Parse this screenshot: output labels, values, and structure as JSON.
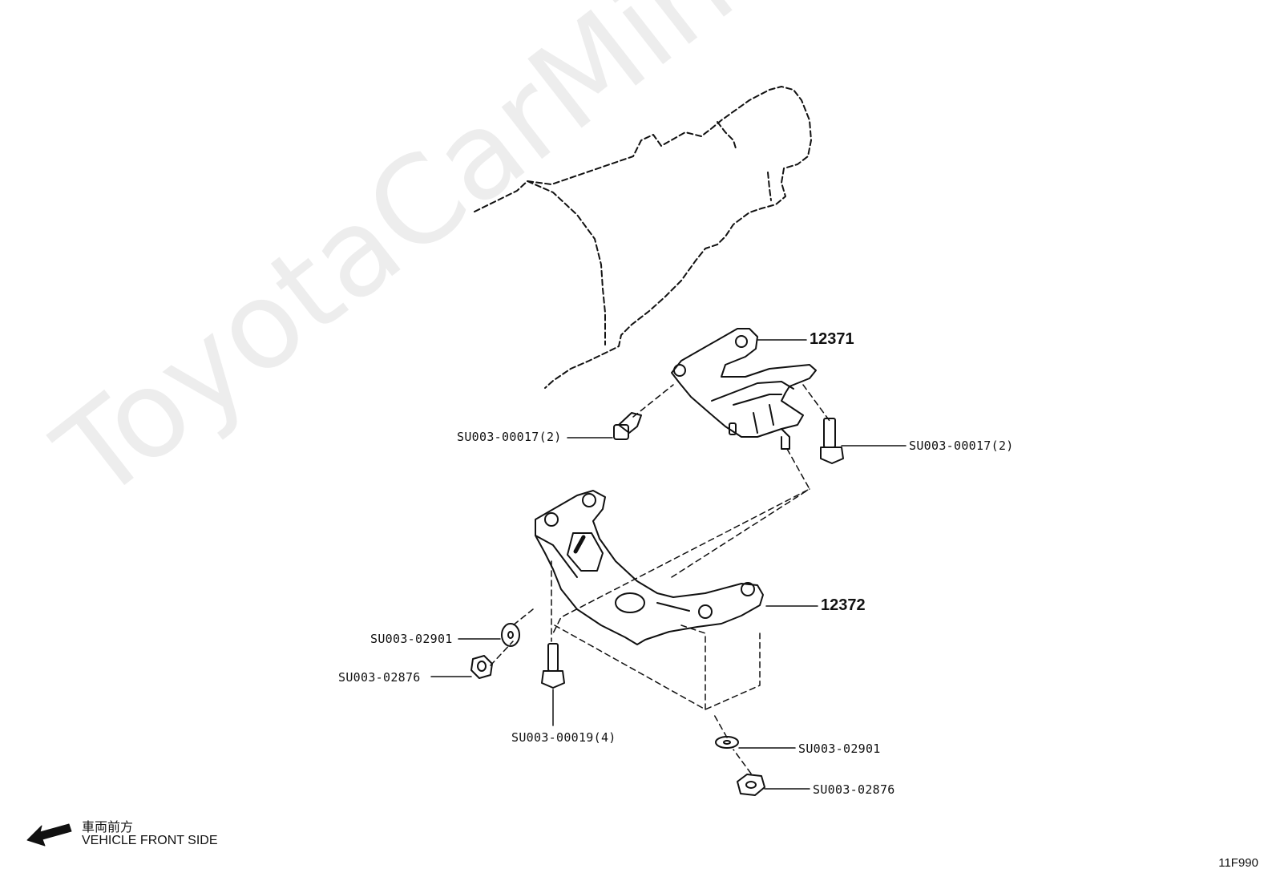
{
  "diagram": {
    "watermark": "ToyotaCarMine.ru",
    "parts": {
      "insulator": "12371",
      "support_member": "12372"
    },
    "callouts": {
      "bolt_upper_left": "SU003-00017(2)",
      "bolt_upper_right": "SU003-00017(2)",
      "washer_left": "SU003-02901",
      "nut_left": "SU003-02876",
      "bolt_lower": "SU003-00019(4)",
      "washer_right": "SU003-02901",
      "nut_right": "SU003-02876"
    },
    "direction": {
      "label_jp": "車両前方",
      "label_en": "VEHICLE FRONT SIDE"
    },
    "figure_code": "11F990"
  }
}
